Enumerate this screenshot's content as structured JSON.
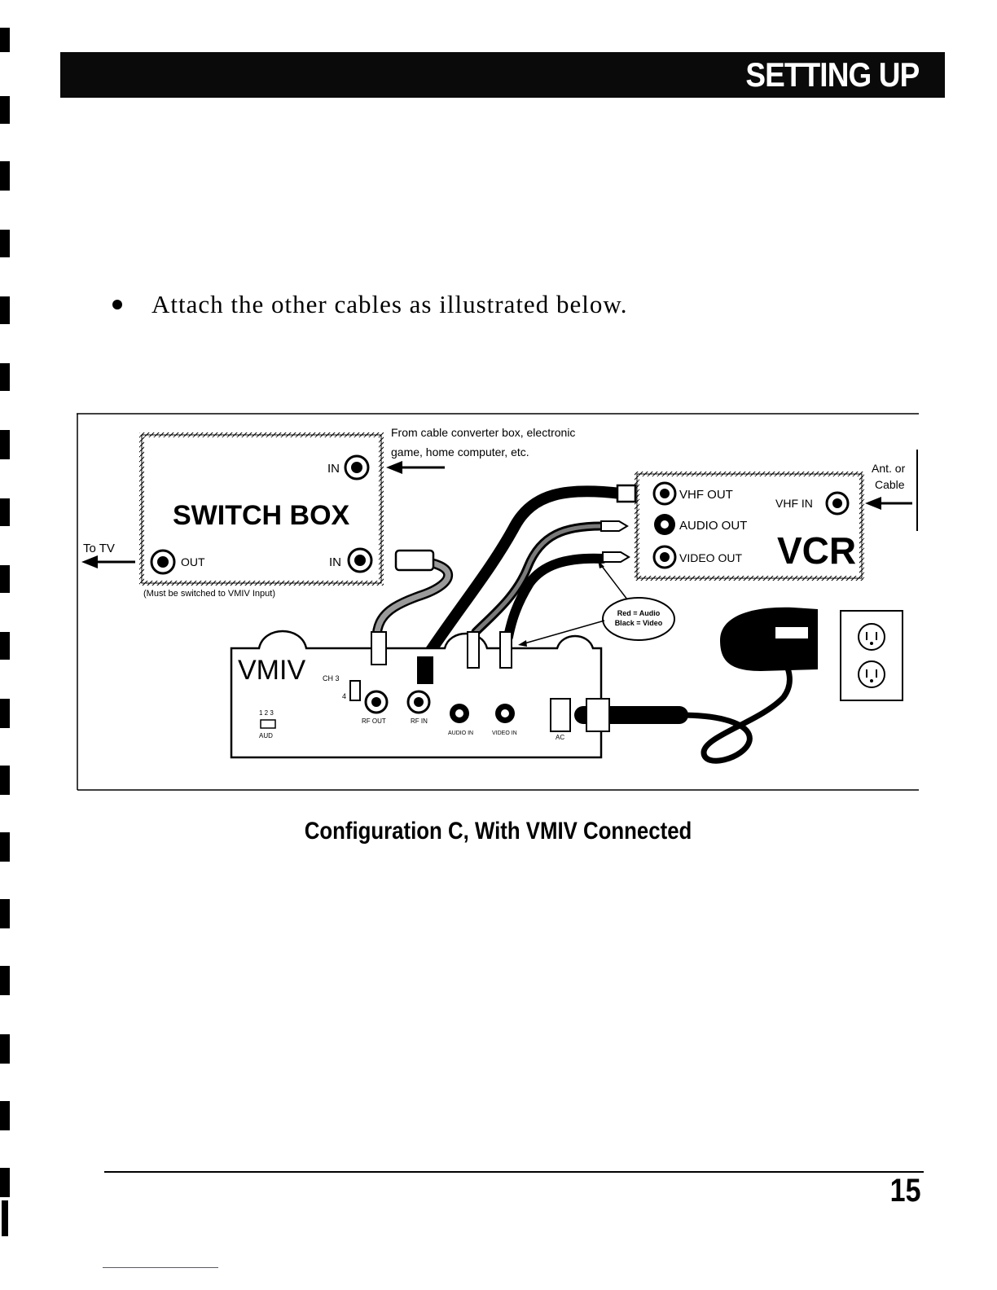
{
  "header": {
    "title": "SETTING UP"
  },
  "instruction": {
    "text": "Attach the other cables as illustrated below."
  },
  "diagram": {
    "source_note_line1": "From cable converter box, electronic",
    "source_note_line2": "game, home computer, etc.",
    "switch_box": {
      "title": "SWITCH BOX",
      "in_top": "IN",
      "in_bottom": "IN",
      "out": "OUT",
      "note": "(Must be switched to VMIV Input)"
    },
    "to_tv": "To TV",
    "ant_line1": "Ant. or",
    "ant_line2": "Cable",
    "vcr": {
      "title": "VCR",
      "vhf_out": "VHF OUT",
      "audio_out": "AUDIO OUT",
      "video_out": "VIDEO OUT",
      "vhf_in": "VHF IN"
    },
    "cable_note_line1": "Red = Audio",
    "cable_note_line2": "Black = Video",
    "vmiv": {
      "title": "VMIV",
      "ch": "CH 3",
      "ch4": "4",
      "aud_top": "1 2 3",
      "aud": "AUD",
      "rf_out": "RF OUT",
      "rf_in": "RF IN",
      "audio_in": "AUDIO IN",
      "video_in": "VIDEO IN",
      "ac": "AC"
    }
  },
  "caption": "Configuration C, With VMIV Connected",
  "page_number": "15"
}
